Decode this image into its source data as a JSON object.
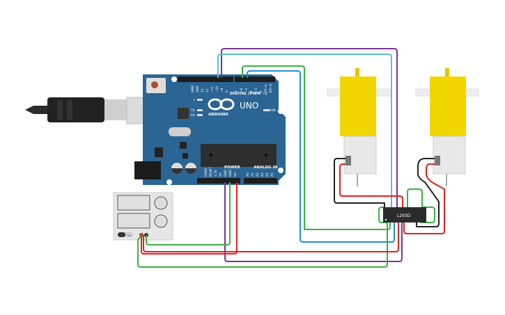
{
  "arduino": {
    "brand": "ARDUINO",
    "model": "UNO",
    "digital_label": "DIGITAL (PWM ~)",
    "power_label": "POWER",
    "analog_label": "ANALOG IN",
    "on_label": "ON",
    "led_labels": [
      "L",
      "TX",
      "RX"
    ],
    "digital_pins": [
      "AREF",
      "GND",
      "13",
      "12",
      "~11",
      "~10",
      "~9",
      "8",
      "7",
      "~6",
      "~5",
      "4",
      "~3",
      "2",
      "TX→1",
      "RX←0"
    ],
    "power_pins": [
      "IOREF",
      "RESET",
      "3.3V",
      "5V",
      "GND",
      "GND",
      "Vin"
    ],
    "analog_pins": [
      "A0",
      "A1",
      "A2",
      "A3",
      "A4",
      "A5"
    ]
  },
  "driver_chip": {
    "label": "L293D"
  },
  "power_supply": {
    "switch_label": "OFF"
  },
  "colors": {
    "board": "#2a6594",
    "motor": "#f2d600",
    "wire_purple": "#7b3294",
    "wire_cyan": "#5bc0d0",
    "wire_green": "#3cb043",
    "wire_blue": "#1e90d6",
    "wire_red": "#e02020",
    "wire_black": "#222222"
  }
}
